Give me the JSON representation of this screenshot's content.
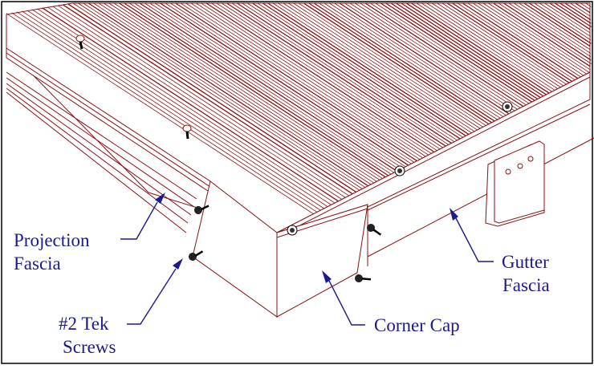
{
  "labels": {
    "projection_fascia_line1": "Projection",
    "projection_fascia_line2": "Fascia",
    "tek_screws_line1": "#2 Tek",
    "tek_screws_line2": "Screws",
    "corner_cap": "Corner Cap",
    "gutter_fascia_line1": "Gutter",
    "gutter_fascia_line2": "Fascia"
  },
  "colors": {
    "drawing_lines": "#8a1010",
    "callout_text": "#1a1a8c",
    "border": "#000000"
  }
}
